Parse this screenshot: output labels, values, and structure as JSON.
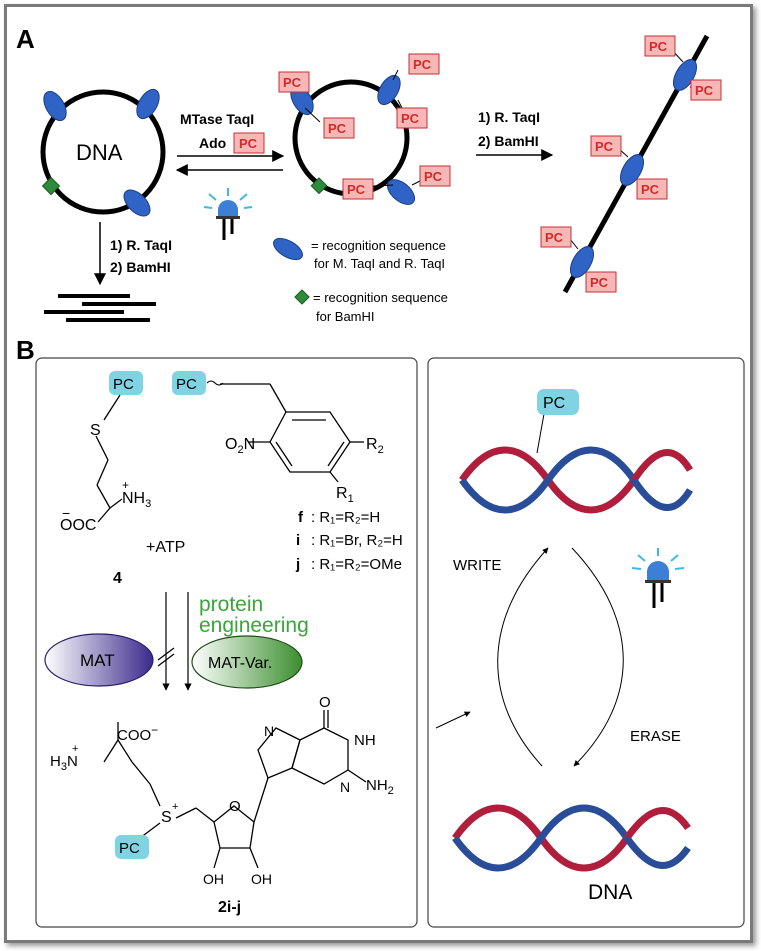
{
  "panel_a": {
    "label": "A",
    "dna_label": "DNA",
    "reaction_forward_1": "MTase TaqI",
    "reaction_forward_2": "Ado",
    "pc": "PC",
    "digest_step_1": "1) R. TaqI",
    "digest_step_2": "2) BamHI",
    "legend_ellipse_1": "= recognition sequence",
    "legend_ellipse_2": "for M. TaqI and R. TaqI",
    "legend_diamond_1": "= recognition sequence",
    "legend_diamond_2": "for BamHI"
  },
  "panel_b": {
    "label": "B",
    "pc": "PC",
    "S": "S",
    "NH3": "NH",
    "NH3_sub": "3",
    "plus": "+",
    "minus": "−",
    "OOC": "OOC",
    "compound_4": "4",
    "plus_atp": "+ATP",
    "O2N": "O",
    "O2N_sub": "2",
    "O2N_tail": "N",
    "R2": "R",
    "R2_sub": "2",
    "R1": "R",
    "R1_sub": "1",
    "variant_f_key": "f",
    "variant_f_text": ": R₁=R₂=H",
    "variant_i_key": "i",
    "variant_i_text": ": R₁=Br,  R₂=H",
    "variant_j_key": "j",
    "variant_j_text": ": R₁=R₂=OMe",
    "protein_engineering_1": "protein",
    "protein_engineering_2": "engineering",
    "mat": "MAT",
    "mat_var": "MAT-Var.",
    "COO": "COO",
    "H3N": "H",
    "H3N_sub": "3",
    "H3N_tail": "N",
    "S_plus": "S",
    "O_ring": "O",
    "OH": "OH",
    "O_top": "O",
    "NH": "NH",
    "N_label": "N",
    "NH2": "NH",
    "NH2_sub": "2",
    "compound_2ij": "2i-j",
    "write": "WRITE",
    "erase": "ERASE",
    "dna": "DNA"
  },
  "colors": {
    "dna_red": "#b01e3c",
    "dna_blue": "#2a4d9a",
    "pc_red_fill": "#f7b7b7",
    "pc_blue_fill": "#7fd3e3",
    "recognition_blue": "#2f63c6",
    "bamhi_green": "#2e8b3a",
    "protein_green": "#3aa63a"
  }
}
